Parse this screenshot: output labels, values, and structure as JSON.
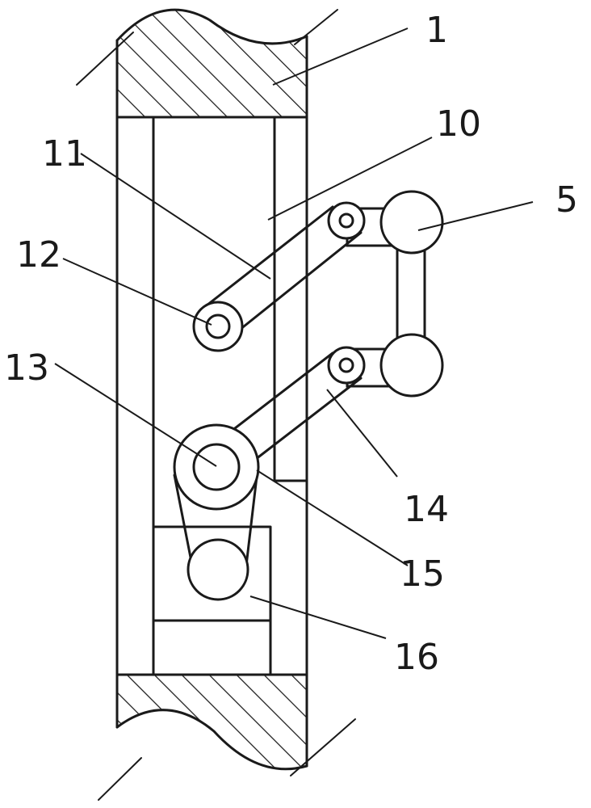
{
  "labels": {
    "l1": "1",
    "l10": "10",
    "l5": "5",
    "l11": "11",
    "l12": "12",
    "l13": "13",
    "l14": "14",
    "l15": "15",
    "l16": "16"
  },
  "colors": {
    "line": "#1a1a1a",
    "background": "#ffffff"
  }
}
